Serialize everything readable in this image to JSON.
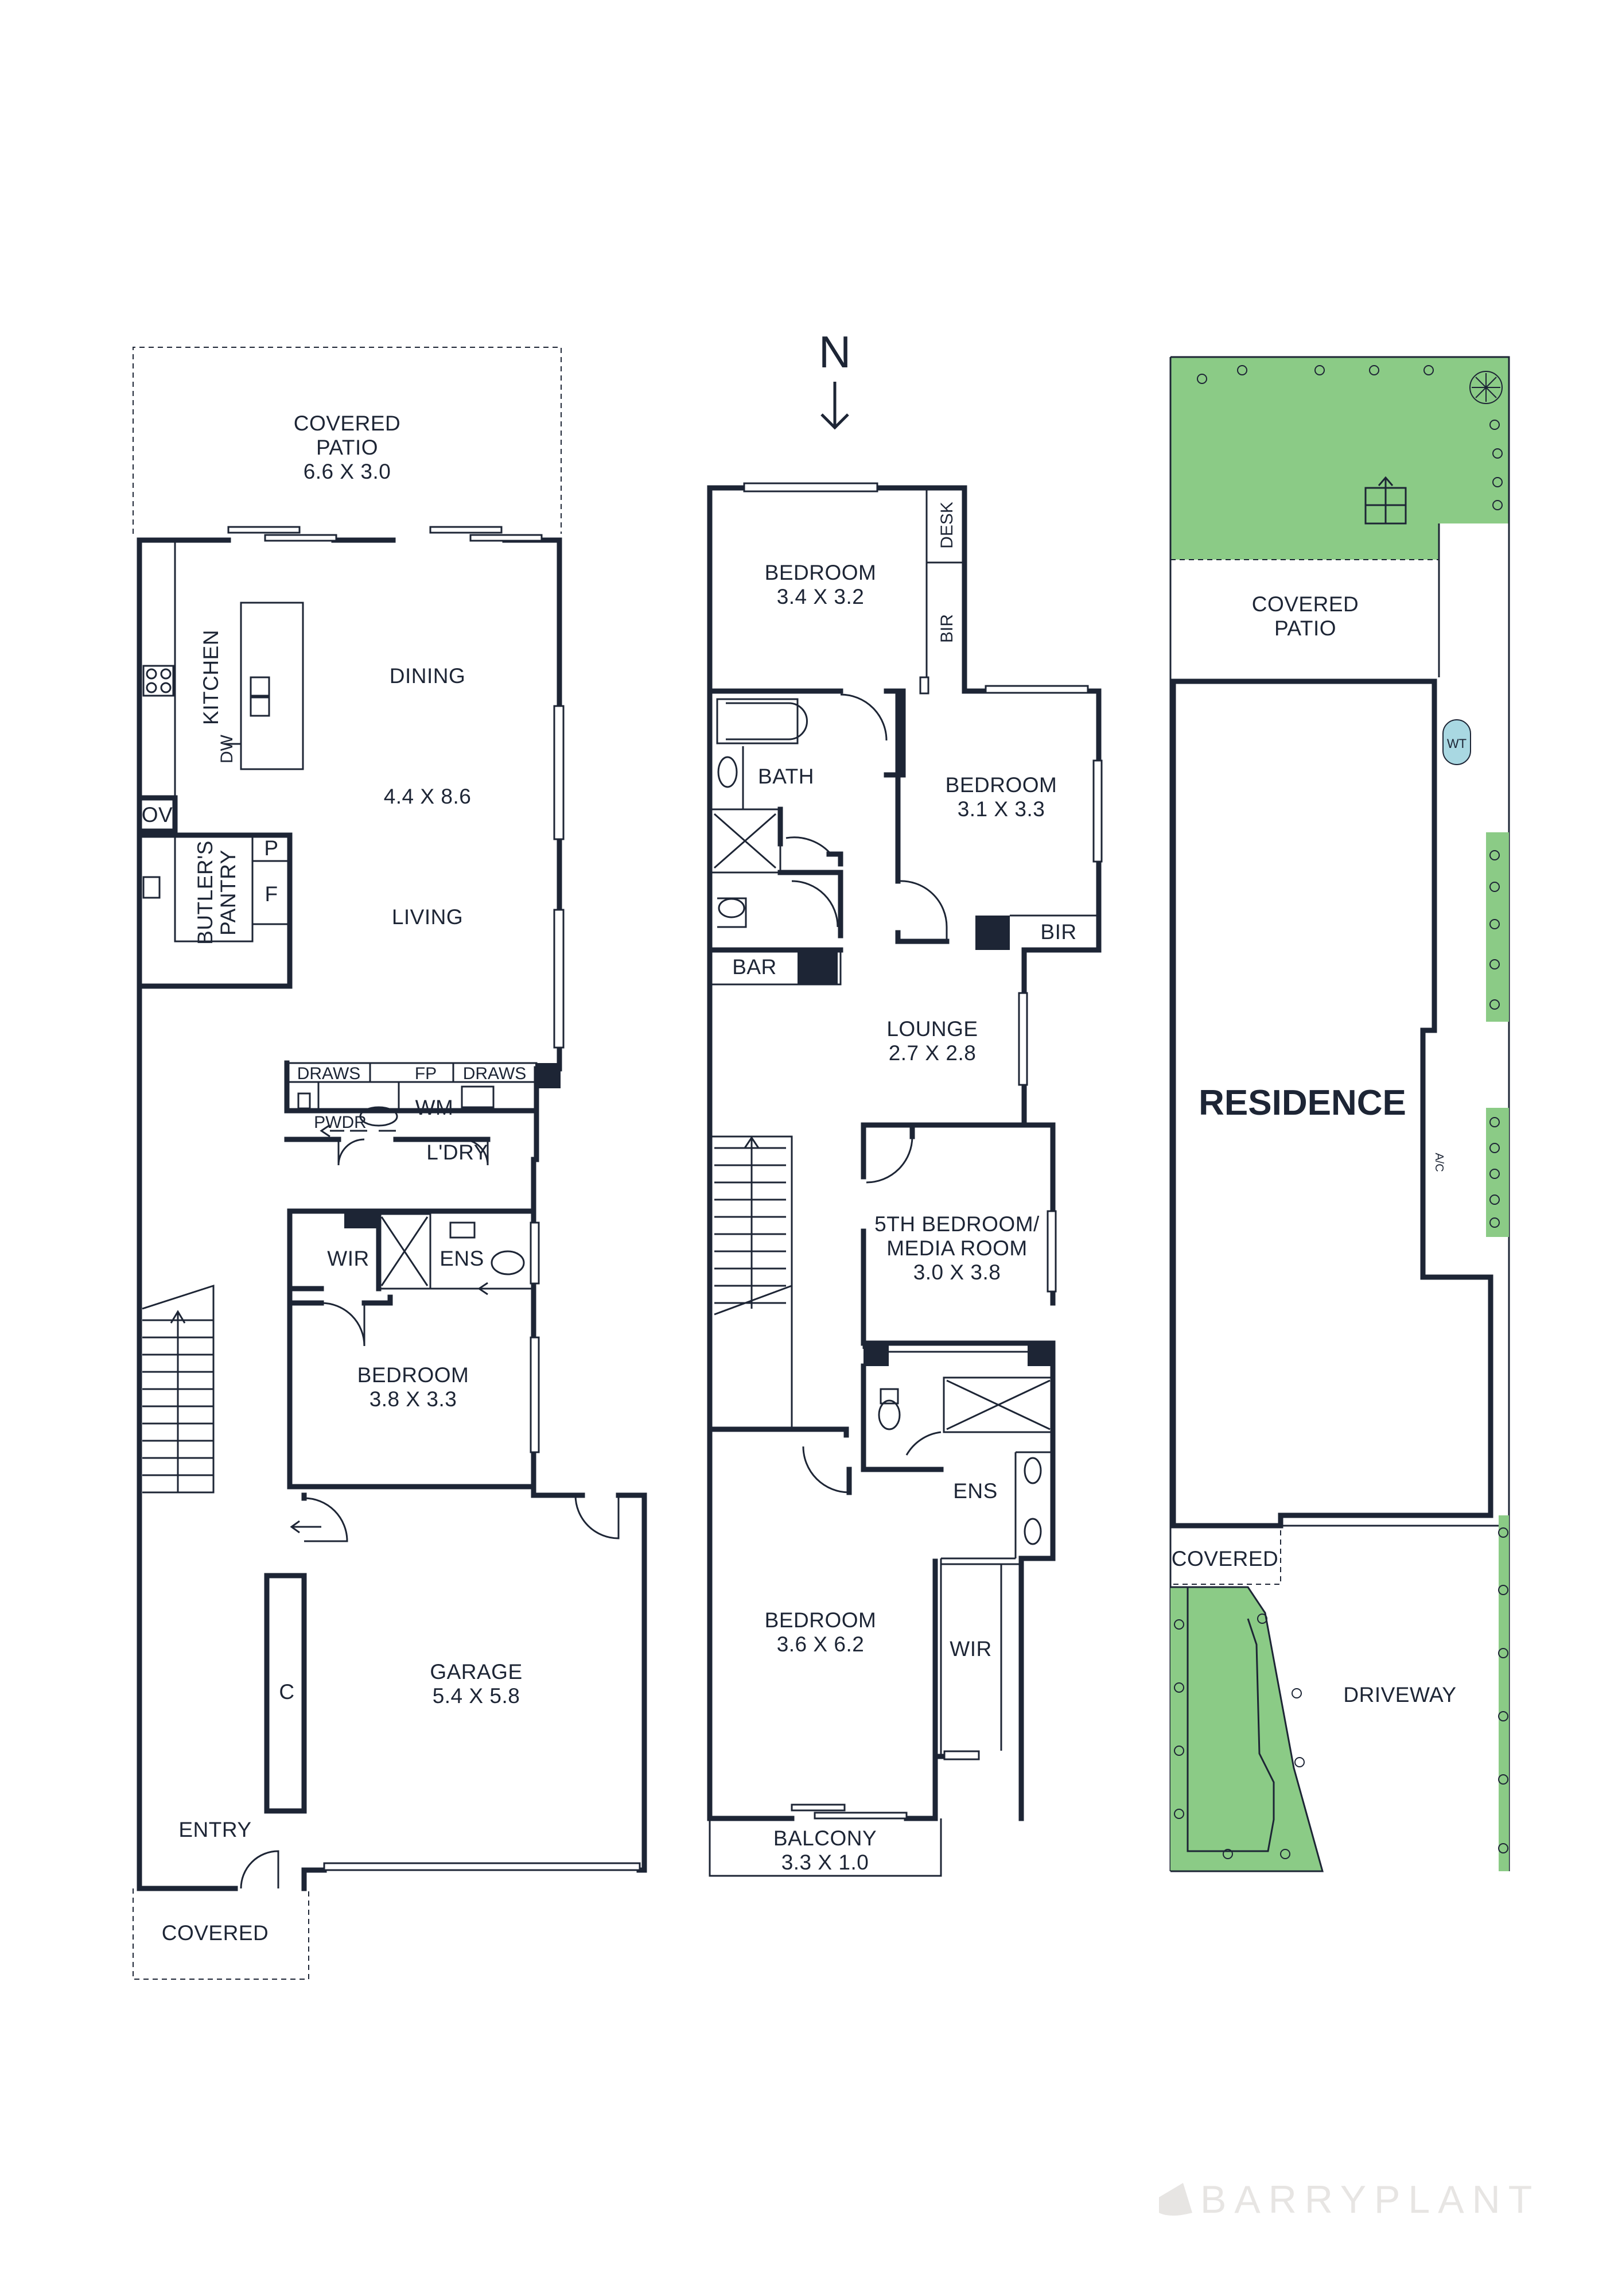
{
  "colors": {
    "walls": "#1d2535",
    "garden": "#8bcb86",
    "water_tank": "#a9d8e2",
    "watermark": "#e7e5e3"
  },
  "ground_floor": {
    "covered_patio": {
      "name": "COVERED",
      "name2": "PATIO",
      "size": "6.6 X 3.0"
    },
    "kitchen": "KITCHEN",
    "dw": "DW",
    "dining": "DINING",
    "dining_living_size": "4.4 X 8.6",
    "living": "LIVING",
    "ov": "OV",
    "butlers_pantry": {
      "line1": "BUTLER'S",
      "line2": "PANTRY"
    },
    "p": "P",
    "f": "F",
    "draws_left": "DRAWS",
    "fp": "FP",
    "draws_right": "DRAWS",
    "pwdr": "PWDR",
    "wm": "WM",
    "laundry": "L'DRY",
    "wir": "WIR",
    "ens": "ENS",
    "bedroom": {
      "name": "BEDROOM",
      "size": "3.8 X 3.3"
    },
    "garage": {
      "name": "GARAGE",
      "size": "5.4 X 5.8"
    },
    "c": "C",
    "entry": "ENTRY",
    "covered": "COVERED"
  },
  "first_floor": {
    "north": "N",
    "bedroom1": {
      "name": "BEDROOM",
      "size": "3.4 X 3.2"
    },
    "desk": "DESK",
    "bir1": "BIR",
    "bath": "BATH",
    "bedroom2": {
      "name": "BEDROOM",
      "size": "3.1 X 3.3"
    },
    "bir2": "BIR",
    "bar": "BAR",
    "lounge": {
      "name": "LOUNGE",
      "size": "2.7 X 2.8"
    },
    "media": {
      "line1": "5TH BEDROOM/",
      "line2": "MEDIA ROOM",
      "size": "3.0 X 3.8"
    },
    "ens": "ENS",
    "bedroom3": {
      "name": "BEDROOM",
      "size": "3.6 X 6.2"
    },
    "wir": "WIR",
    "balcony": {
      "name": "BALCONY",
      "size": "3.3 X 1.0"
    }
  },
  "site_plan": {
    "covered_patio_line1": "COVERED",
    "covered_patio_line2": "PATIO",
    "wt": "WT",
    "residence": "RESIDENCE",
    "ac": "A/C",
    "covered": "COVERED",
    "driveway": "DRIVEWAY"
  },
  "branding": {
    "logo": "BARRYPLANT"
  }
}
